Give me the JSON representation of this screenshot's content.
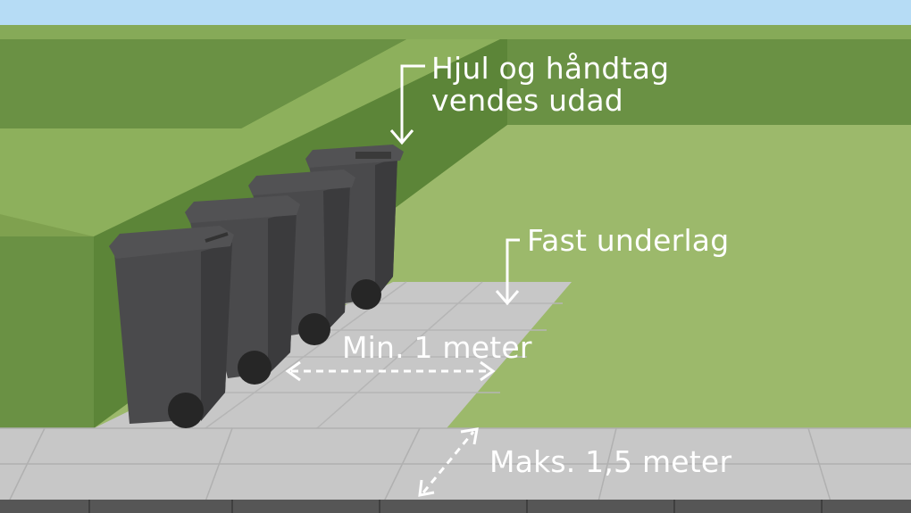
{
  "annotations": {
    "wheels_handles": {
      "line1": "Hjul og håndtag",
      "line2": "vendes udad"
    },
    "firm_surface": "Fast underlag",
    "min_distance": "Min. 1 meter",
    "max_distance": "Maks. 1,5 meter"
  },
  "colors": {
    "sky": "#b6dcf5",
    "grass_light": "#9cb96b",
    "hedge_top": "#7fa14f",
    "hedge_front": "#6a9144",
    "hedge_dark": "#5c8538",
    "pavement": "#c9c9c9",
    "bin_body": "#4a4a4c",
    "bin_shade": "#3b3b3d",
    "wheel": "#262626",
    "text": "#ffffff"
  }
}
